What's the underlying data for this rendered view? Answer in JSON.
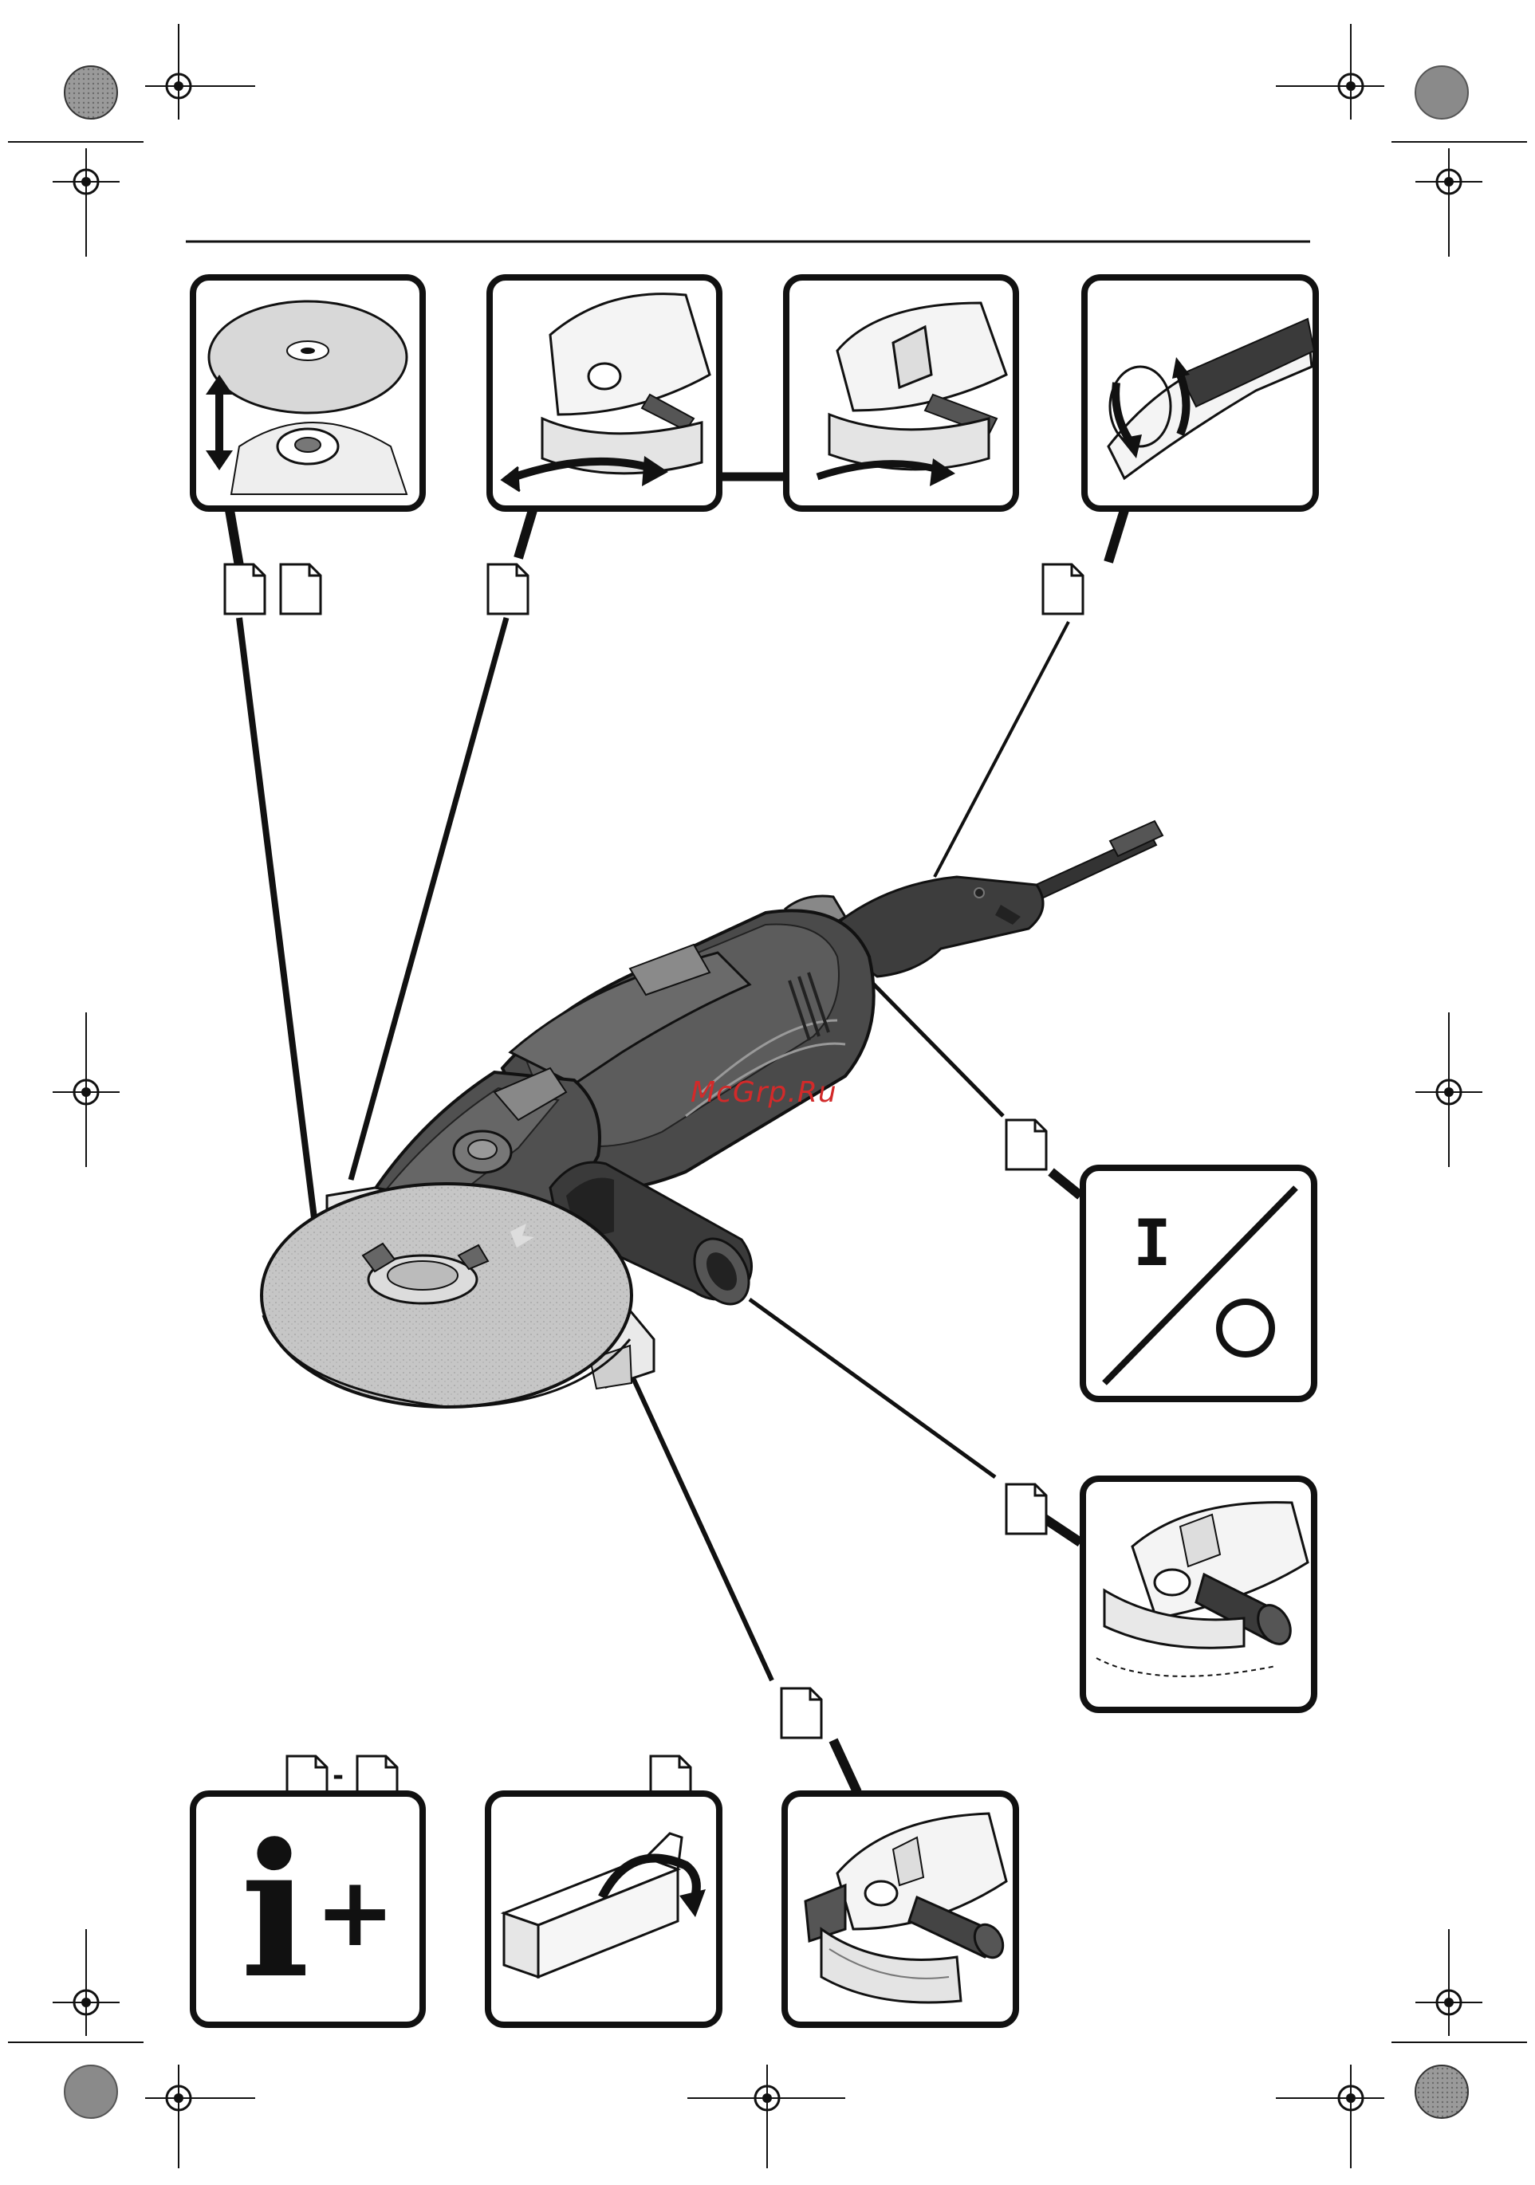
{
  "watermark": {
    "text": "McGrp.Ru",
    "color": "#d22a2a"
  },
  "info_panel": {
    "letter": "i",
    "plus": "+"
  },
  "switch_panel": {
    "on_symbol": "I",
    "off_symbol": "O"
  },
  "page_reference": {
    "range_separator": "-"
  },
  "colors": {
    "ink": "#111111",
    "tool_body": "#4a4a4a",
    "tool_dark": "#262626",
    "disc": "#c9c9c9",
    "panel_border": "#111111",
    "background": "#ffffff"
  },
  "icons": [
    "registration-mark-icon",
    "color-target-icon",
    "page-reference-icon",
    "angle-grinder-illustration",
    "disc-mount-illustration",
    "guard-rotate-illustration",
    "guard-adjust-illustration",
    "handle-rotate-illustration",
    "on-off-switch-symbol",
    "side-handle-illustration",
    "info-plus-symbol",
    "box-open-illustration",
    "guard-front-illustration"
  ]
}
